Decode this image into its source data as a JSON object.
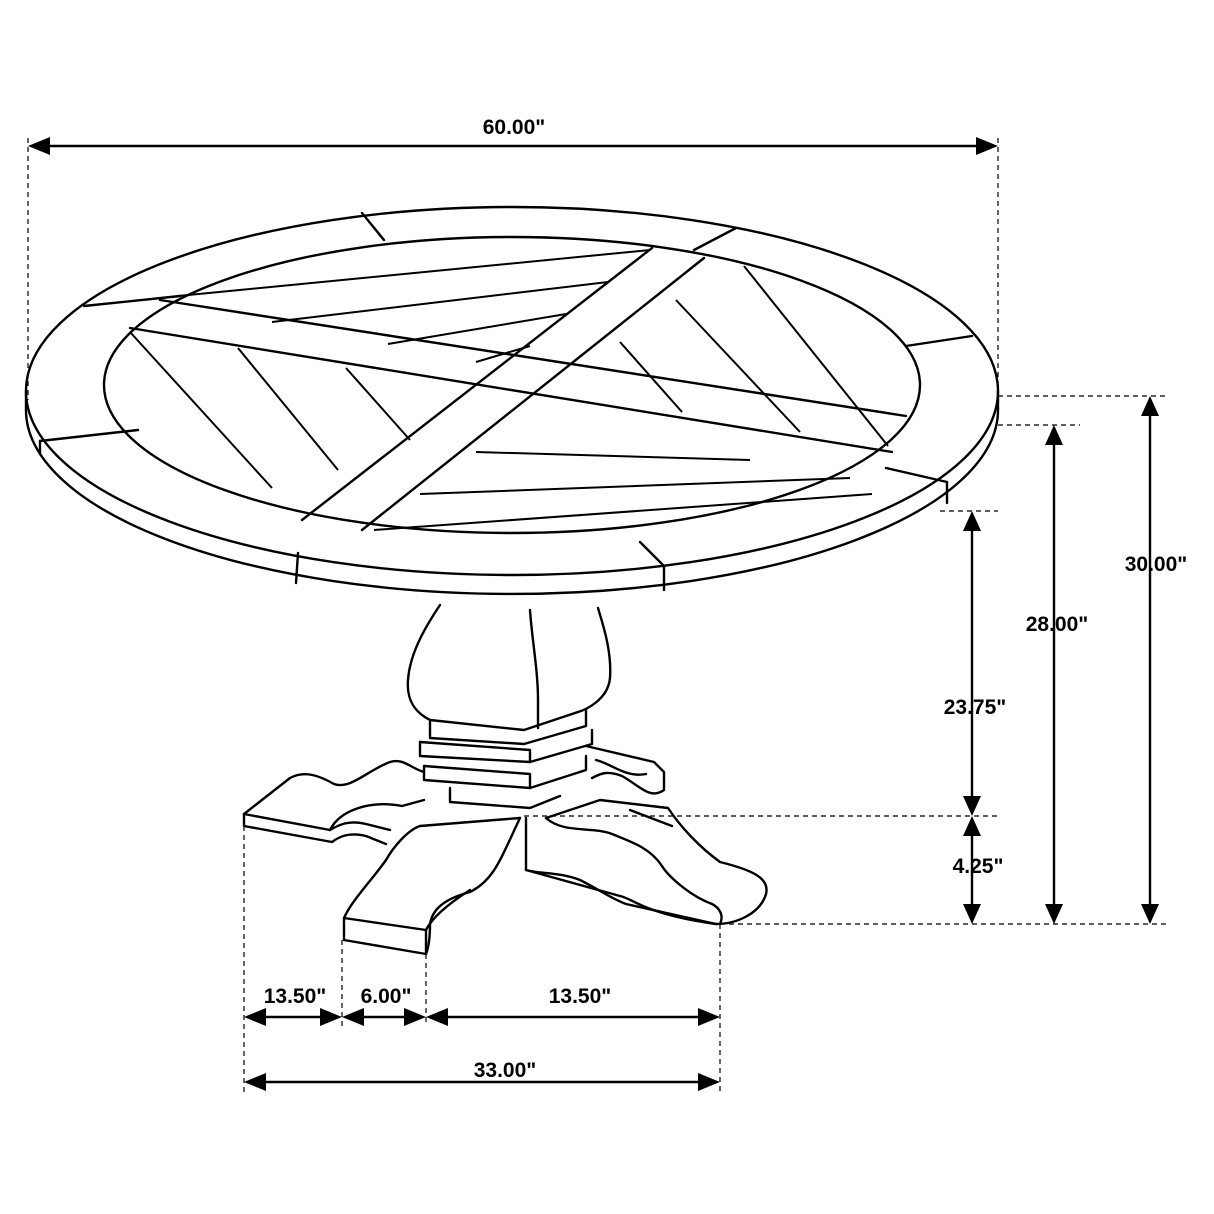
{
  "dimensions": {
    "overall_diameter": "60.00\"",
    "total_height": "30.00\"",
    "apron_to_floor": "28.00\"",
    "pedestal_column": "23.75\"",
    "base_height": "4.25\"",
    "base_left_foot": "13.50\"",
    "base_center": "6.00\"",
    "base_right_foot": "13.50\"",
    "base_total_width": "33.00\""
  }
}
